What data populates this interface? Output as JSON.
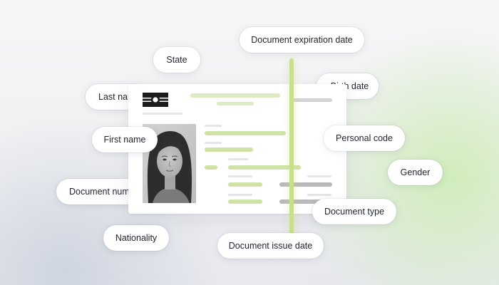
{
  "labels": {
    "document_expiration_date": "Document expiration date",
    "state": "State",
    "last_name": "Last name",
    "birth_date": "Birth date",
    "first_name": "First name",
    "personal_code": "Personal code",
    "gender": "Gender",
    "document_number": "Document number",
    "document_type": "Document type",
    "nationality": "Nationality",
    "document_issue_date": "Document issue date"
  },
  "icons": {
    "logo": "emblem-icon",
    "photo": "portrait-photo"
  },
  "colors": {
    "highlight_green": "#c8e08a",
    "placeholder_green": "#cfe3a6",
    "placeholder_gray": "#d3d3d3",
    "logo_dark": "#1c1c1c"
  }
}
